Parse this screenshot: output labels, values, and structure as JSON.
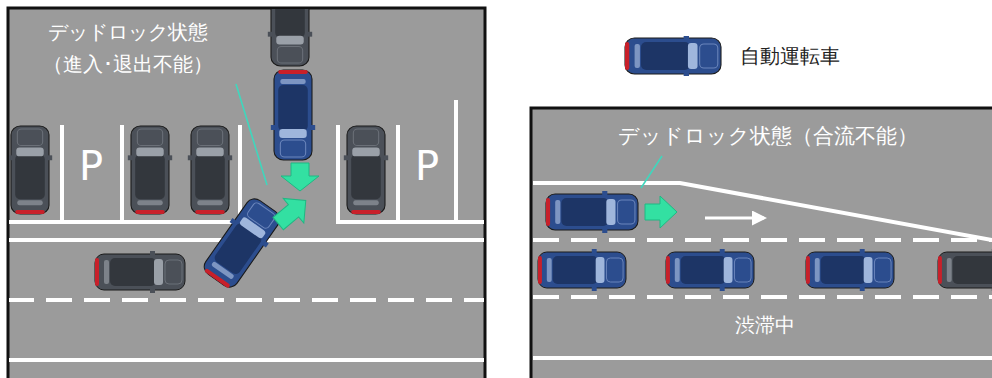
{
  "diagram": {
    "labels": [
      "デッドロック状態 （進入･退出不能）",
      "P",
      "P",
      "デッドロック状態（合流不能）",
      "渋滞中"
    ],
    "legend": [
      {
        "text": "自動運転車"
      }
    ]
  }
}
